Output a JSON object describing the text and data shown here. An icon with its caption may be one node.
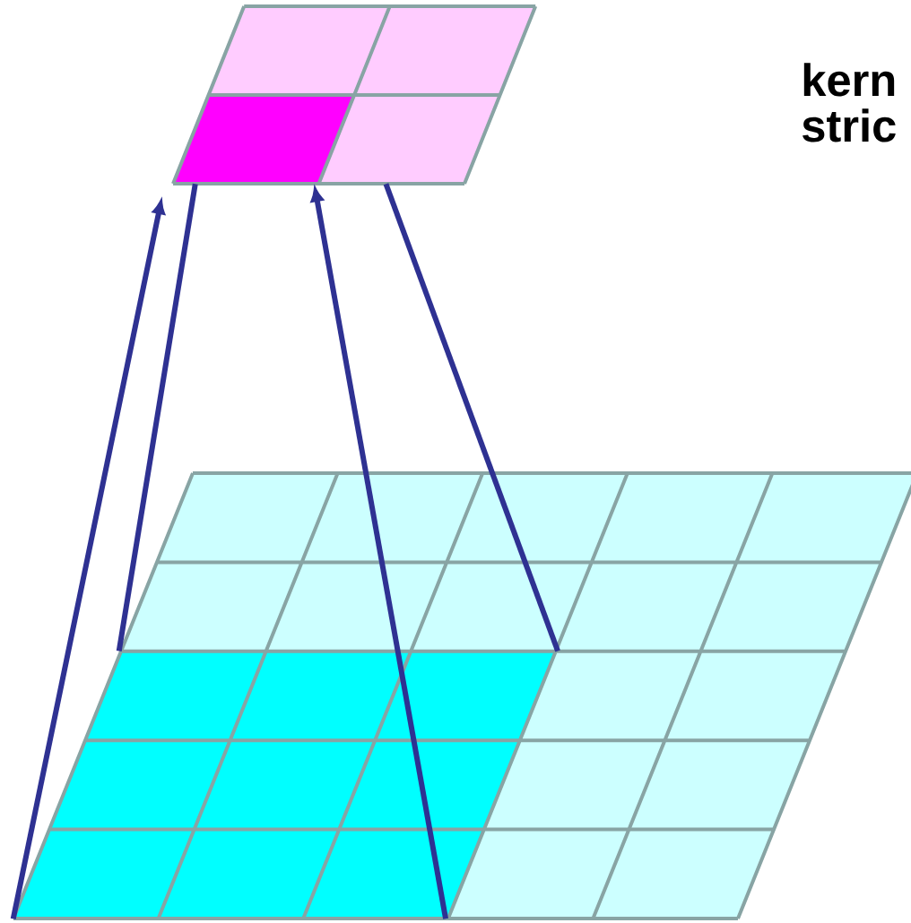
{
  "diagram": {
    "nodes": [
      {
        "text": [],
        "shape": "box"
      },
      {
        "text": [],
        "shape": "box"
      }
    ],
    "edges": [
      {
        "from": 1,
        "to": 0,
        "arrow": "to"
      },
      {
        "from": 1,
        "to": 0,
        "arrow": "none"
      },
      {
        "from": 1,
        "to": 0,
        "arrow": "to"
      },
      {
        "from": 1,
        "to": 0,
        "arrow": "none"
      }
    ],
    "labels": [
      "kern",
      "stric"
    ]
  }
}
